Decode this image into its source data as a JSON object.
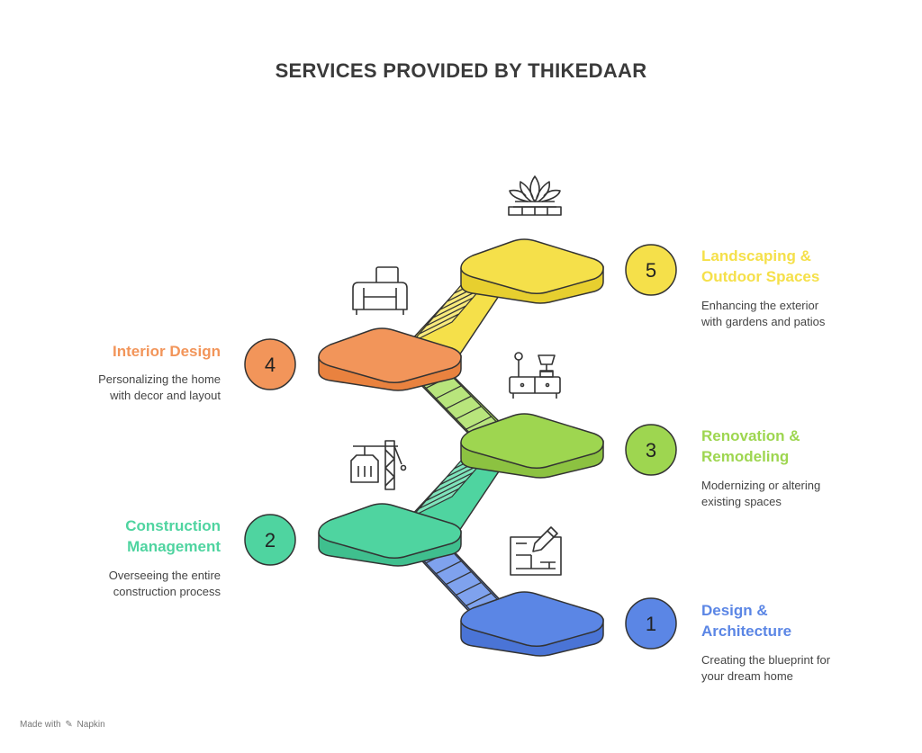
{
  "title": "SERVICES PROVIDED BY THIKEDAAR",
  "footer": {
    "prefix": "Made with",
    "brand": "Napkin"
  },
  "steps": [
    {
      "number": "1",
      "title": "Design &\nArchitecture",
      "description": "Creating the blueprint for\nyour dream home",
      "color": "#5b86e5",
      "icon": "blueprint-pencil-icon"
    },
    {
      "number": "2",
      "title": "Construction\nManagement",
      "description": "Overseeing the entire\nconstruction process",
      "color": "#4fd4a0",
      "icon": "crane-icon"
    },
    {
      "number": "3",
      "title": "Renovation &\nRemodeling",
      "description": "Modernizing or altering\nexisting spaces",
      "color": "#9ed650",
      "icon": "furniture-lamp-icon"
    },
    {
      "number": "4",
      "title": "Interior Design",
      "description": "Personalizing the home\nwith decor and layout",
      "color": "#f2955a",
      "icon": "sofa-icon"
    },
    {
      "number": "5",
      "title": "Landscaping &\nOutdoor Spaces",
      "description": "Enhancing the exterior\nwith gardens and patios",
      "color": "#f5e04a",
      "icon": "lotus-icon"
    }
  ]
}
